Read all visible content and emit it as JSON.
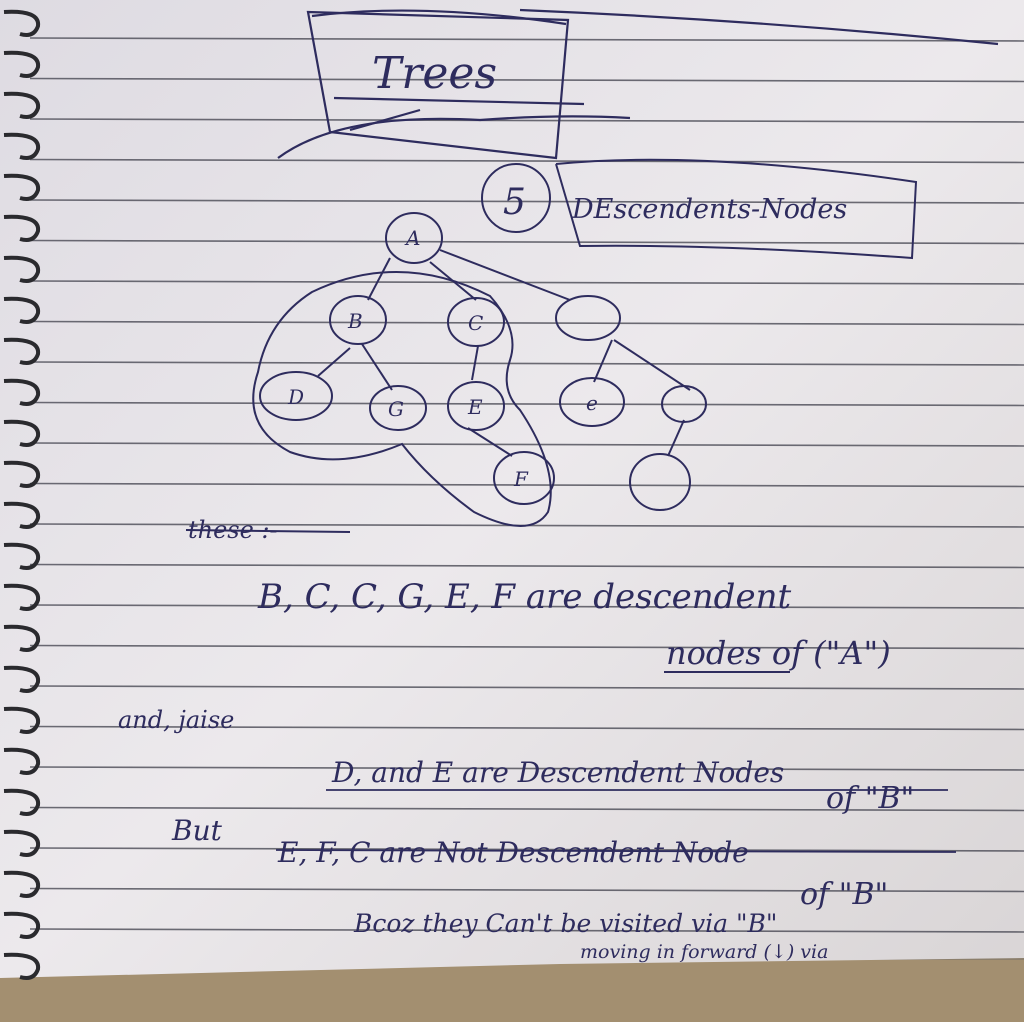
{
  "page": {
    "title": "Trees",
    "section_number": "5",
    "section_title": "DEscendents-Nodes"
  },
  "tree": {
    "node_labels": [
      "A",
      "B",
      "C",
      "D",
      "G",
      "E",
      "e",
      "F"
    ]
  },
  "notes": {
    "these": "these :-",
    "line1": "B, C, C, G, E, F are descendent",
    "line2": "nodes of (\"A\")",
    "and": "and, jaise",
    "line3": "D, and E are Descendent Nodes",
    "line4": "of \"B\"",
    "but": "But",
    "line5": "E, F, C are Not Descendent Node",
    "line6": "of \"B\"",
    "line7a": "Bcoz they Can't be visited via \"B\"",
    "line7b": "moving in forward (↓) via"
  },
  "colors": {
    "paper": "#e9e6e9",
    "ink": "#2e2c5e",
    "ruling": "#4a4a55",
    "desk": "#8c7f6c"
  }
}
